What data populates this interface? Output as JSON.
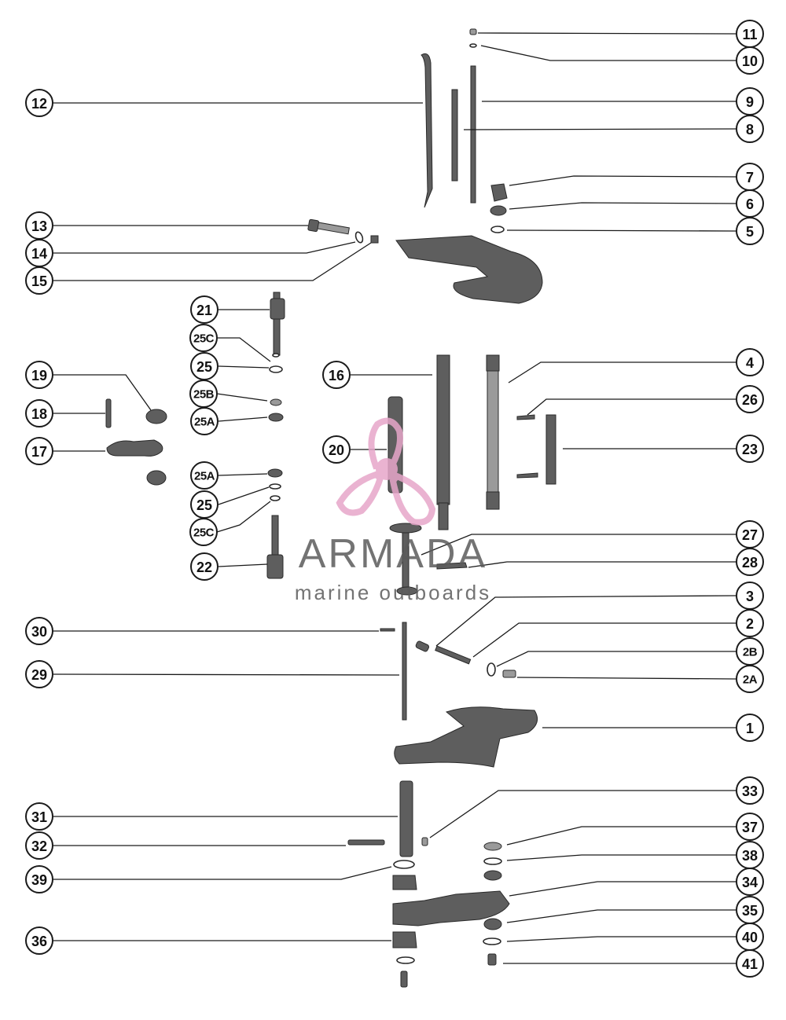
{
  "callouts": {
    "c11": "11",
    "c10": "10",
    "c9": "9",
    "c8": "8",
    "c7": "7",
    "c6": "6",
    "c5": "5",
    "c12": "12",
    "c13": "13",
    "c14": "14",
    "c15": "15",
    "c21": "21",
    "c25C_top": "25C",
    "c25_top": "25",
    "c25B": "25B",
    "c25A_top": "25A",
    "c19": "19",
    "c18": "18",
    "c17": "17",
    "c25A_bottom": "25A",
    "c25_bottom": "25",
    "c25C_bottom": "25C",
    "c22": "22",
    "c16": "16",
    "c20": "20",
    "c4": "4",
    "c26": "26",
    "c23": "23",
    "c27": "27",
    "c28": "28",
    "c3": "3",
    "c2": "2",
    "c2B": "2B",
    "c2A": "2A",
    "c30": "30",
    "c29": "29",
    "c1": "1",
    "c33": "33",
    "c31": "31",
    "c32": "32",
    "c39": "39",
    "c36": "36",
    "c37": "37",
    "c38": "38",
    "c34": "34",
    "c35": "35",
    "c40": "40",
    "c41": "41"
  },
  "watermark": {
    "brand": "ARMADA",
    "tagline": "marine outboards",
    "logo_color": "#e7a6c9"
  },
  "colors": {
    "ink": "#1a1a1a",
    "part_fill": "#5e5e5e",
    "background": "#ffffff"
  }
}
